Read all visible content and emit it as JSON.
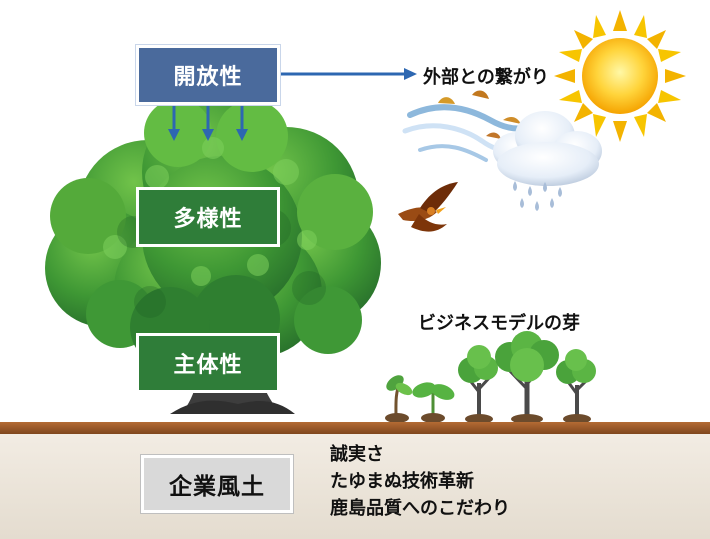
{
  "top_labels": {
    "openness": "開放性",
    "external_link": "外部との繋がり"
  },
  "tree_labels": {
    "diversity": "多様性",
    "independence": "主体性"
  },
  "business_model_label": "ビジネスモデルの芽",
  "foundation": {
    "title": "企業風土",
    "items": [
      "誠実さ",
      "たゆまぬ技術革新",
      "鹿島品質へのこだわり"
    ]
  },
  "icons": {
    "sun": "sun-icon",
    "wind": "wind-icon",
    "cloud": "cloud-icon",
    "bird": "bird-icon",
    "tree": "tree-icon",
    "sprouts": "sprouts-icon"
  },
  "colors": {
    "sky_blue_box": "#4a6a9c",
    "tree_green": "#2f7d39",
    "soil_brown": "#9b5a28",
    "ground_beige": "#ece4d8"
  }
}
